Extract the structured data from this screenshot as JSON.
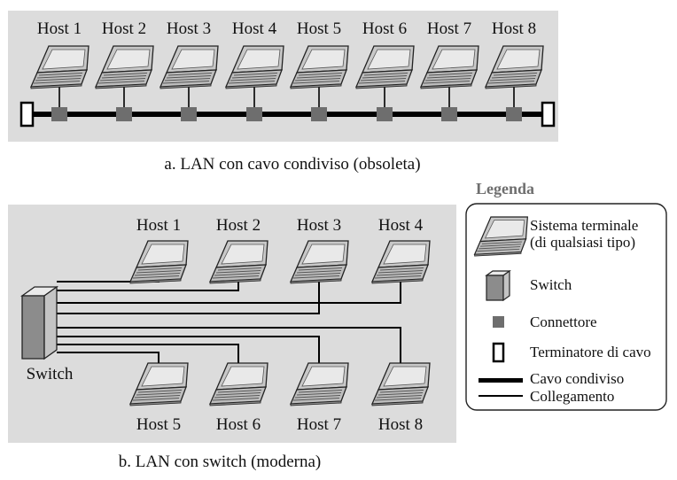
{
  "panel_a": {
    "hosts": [
      "Host 1",
      "Host 2",
      "Host 3",
      "Host 4",
      "Host 5",
      "Host 6",
      "Host 7",
      "Host 8"
    ],
    "caption": "a. LAN con cavo condiviso (obsoleta)"
  },
  "panel_b": {
    "hosts_top": [
      "Host 1",
      "Host 2",
      "Host 3",
      "Host 4"
    ],
    "hosts_bottom": [
      "Host 5",
      "Host 6",
      "Host 7",
      "Host 8"
    ],
    "switch_label": "Switch",
    "caption": "b. LAN con switch (moderna)"
  },
  "legend": {
    "title": "Legenda",
    "items": [
      {
        "icon": "laptop-icon",
        "lines": [
          "Sistema terminale",
          "(di qualsiasi tipo)"
        ]
      },
      {
        "icon": "switch-icon",
        "lines": [
          "Switch"
        ]
      },
      {
        "icon": "connector-icon",
        "lines": [
          "Connettore"
        ]
      },
      {
        "icon": "terminator-icon",
        "lines": [
          "Terminatore di cavo"
        ]
      },
      {
        "icon": "shared-cable-icon",
        "lines": [
          "Cavo condiviso"
        ]
      },
      {
        "icon": "link-icon",
        "lines": [
          "Collegamento"
        ]
      }
    ]
  },
  "colors": {
    "panel_bg": "#dcdcdc",
    "connector": "#6e6e6e",
    "switch_front": "#c4c4c4",
    "switch_side": "#8c8c8c",
    "legend_title": "#6f6f6f"
  }
}
